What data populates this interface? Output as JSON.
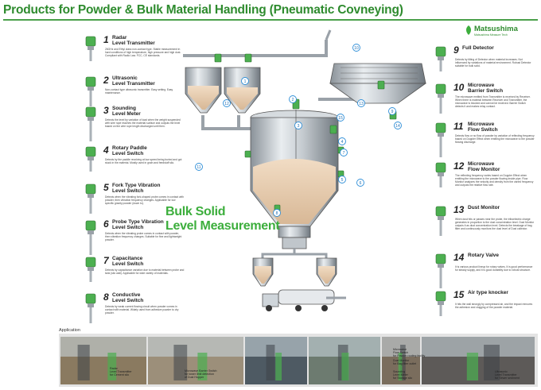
{
  "title": "Products for Powder & Bulk Material Handling (Pneumatic Covneying)",
  "brand": {
    "name": "Matsushima",
    "tagline": "Matsushima Measure Tech",
    "color": "#2e8b2e"
  },
  "bulk_label": {
    "line1": "Bulk Solid",
    "line2": "Level Measurement"
  },
  "left_products": [
    {
      "num": "1",
      "name": "Radar\nLevel Transmitter",
      "desc": "26GHz and Ethyl class non-contact type. Stable measurement in hard conditions of high temperature, high pressure and high dust. Compliant with Radio Law. FCC, CE standards."
    },
    {
      "num": "2",
      "name": "Ultrasonic\nLevel Transmitter",
      "desc": "Non-contact type ultrasonic transmitter. Easy setting. Easy maintenance."
    },
    {
      "num": "3",
      "name": "Sounding\nLevel Meter",
      "desc": "Detects the level by variation of load when the weight suspended with wire rope reaches the material surface and outputs the level based on the wire rope length discharged until then."
    },
    {
      "num": "4",
      "name": "Rotary Paddle\nLevel Switch",
      "desc": "Detects by the paddle revolving at low speed being buried and got stuck in the material. Mostly used in grain and feedstuff silo."
    },
    {
      "num": "5",
      "name": "Fork Type Vibration\nLevel Switch",
      "desc": "Detects when the vibrating fork-shaped probe comes in contact with powder, then vibration frequency changes. Applicable for low specific gravity powder (down to)."
    },
    {
      "num": "6",
      "name": "Probe Type Vibration\nLevel Switch",
      "desc": "Detects when the vibrating probe comes in contact with powder, then vibration frequency changes. Suitable for fine and lightweight powder."
    },
    {
      "num": "7",
      "name": "Capacitance\nLevel Switch",
      "desc": "Detects by capacitance variation due to material between probe and tank (silo wall). Applicable for wide variety of materials."
    },
    {
      "num": "8",
      "name": "Conductive\nLevel Switch",
      "desc": "Detects by weak current flowing circuit when powder comes in contact with material. Widely used from adhesive powder to dry powder."
    }
  ],
  "right_products": [
    {
      "num": "9",
      "name": "Full Detector",
      "desc": "Detects by tilting of Detector when material increases. Not influenced by variations of material environment. Robust Detector suitable for bulk solid."
    },
    {
      "num": "10",
      "name": "Microwave\nBarrier Switch",
      "desc": "The microwave emitted from Transmitter is received by Receiver. When there is material between Receiver and Transmitter, the microwave is blocked and cannot be received. Barrier Switch detects it and makes relay contact."
    },
    {
      "num": "11",
      "name": "Microwave\nFlow Switch",
      "desc": "Detects flow or no flow of powder by variation of reflecting frequency based on Doppler Effect when emitting the microwave to the powder flowing discharge."
    },
    {
      "num": "12",
      "name": "Microwave\nFlow Monitor",
      "desc": "The reflecting frequency varies based on Doppler Effect when emitting the microwave to the powder flowing inside pipe. Flow Monitor analyzes the velocity and density from the varied frequency and outputs the relative flow rate."
    },
    {
      "num": "13",
      "name": "Dust Monitor",
      "desc": "When dust hits or passes near the probe, the triboelectric charge generates in proportion to the dust concentration level. Dust Monitor outputs it as dust concentration level. Detects the breakage of bag filter and continuously monitors the dust level of Dust collector."
    },
    {
      "num": "14",
      "name": "Rotary Valve",
      "desc": "It is various product lineup for rotary valves. It is good performance for steady supply, and it is good durability due to robust structure."
    },
    {
      "num": "15",
      "name": "Air type knocker",
      "desc": "It hits the wall strongly by compressed air, and the impact removes the adhesion and clogging of the powder material."
    }
  ],
  "diagram_markers": [
    "1",
    "2",
    "3",
    "4",
    "5",
    "6",
    "7",
    "8",
    "9",
    "10",
    "11",
    "12",
    "13",
    "14",
    "15"
  ],
  "application": {
    "label": "Application",
    "captions": [
      "Radar\nLevel Transmitter\nfor Cement silo",
      "Microwave Barrier Switch\nfor tower limit detection\nof Dust Hopper",
      "Microwave\nFlow Switch\nfor Powder routing facility",
      "Dust Monitor\nfor Bag filter outlet",
      "Sounding\nLevel Meter\nfor Storage silo",
      "Ultrasonic\nLevel Transmitter\nfor Sewer sediment"
    ]
  }
}
